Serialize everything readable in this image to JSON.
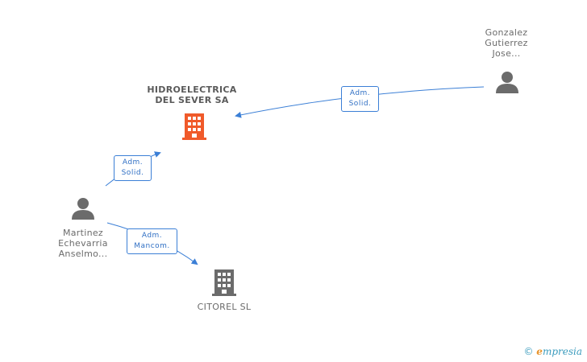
{
  "nodes": {
    "company_main": {
      "lines": [
        "HIDROELECTRICA",
        "DEL SEVER SA"
      ],
      "color": "#f05a2a",
      "icon": "building-icon"
    },
    "company_other": {
      "lines": [
        "CITOREL SL"
      ],
      "color": "#6b6b6b",
      "icon": "building-icon"
    },
    "person_gonzalez": {
      "lines": [
        "Gonzalez",
        "Gutierrez",
        "Jose..."
      ],
      "icon": "person-icon"
    },
    "person_martinez": {
      "lines": [
        "Martinez",
        "Echevarria",
        "Anselmo..."
      ],
      "icon": "person-icon"
    }
  },
  "edges": {
    "gonzalez_to_main": {
      "lines": [
        "Adm.",
        "Solid."
      ]
    },
    "martinez_to_main": {
      "lines": [
        "Adm.",
        "Solid."
      ]
    },
    "martinez_to_other": {
      "lines": [
        "Adm.",
        "Mancom."
      ]
    }
  },
  "colors": {
    "edge": "#3b7fd6",
    "person": "#6b6b6b"
  },
  "footer": {
    "copyright": "©",
    "brand_first": "e",
    "brand_rest": "mpresia"
  }
}
